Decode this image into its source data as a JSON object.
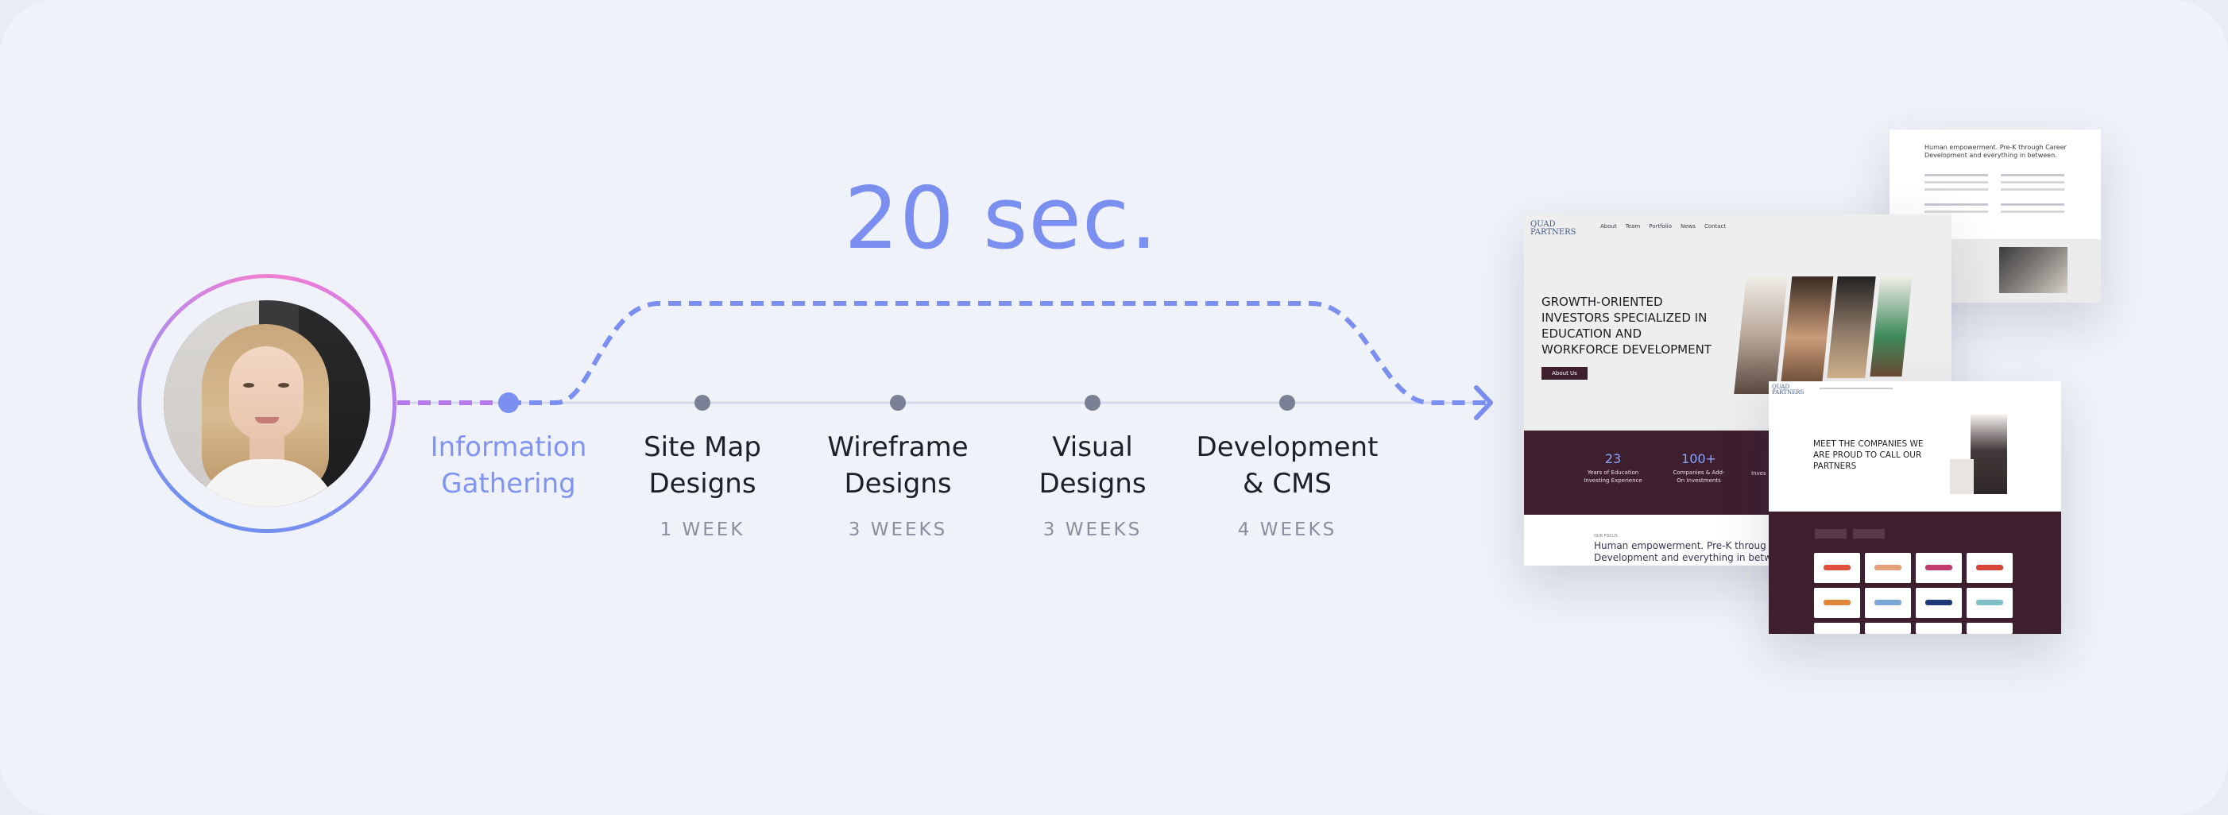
{
  "timer": {
    "label": "20 sec."
  },
  "avatar": {
    "description_icon": "person-portrait-icon"
  },
  "stages": [
    {
      "label_line1": "Information",
      "label_line2": "Gathering",
      "duration": "",
      "active": true
    },
    {
      "label_line1": "Site Map",
      "label_line2": "Designs",
      "duration": "1 WEEK",
      "active": false
    },
    {
      "label_line1": "Wireframe",
      "label_line2": "Designs",
      "duration": "3 WEEKS",
      "active": false
    },
    {
      "label_line1": "Visual",
      "label_line2": "Designs",
      "duration": "3 WEEKS",
      "active": false
    },
    {
      "label_line1": "Development",
      "label_line2": "& CMS",
      "duration": "4 WEEKS",
      "active": false
    }
  ],
  "colors": {
    "accent": "#7b8ff0",
    "dot": "#7a8194",
    "text": "#1d1f2b",
    "muted": "#8a8e9e",
    "maroon": "#3e1f2e"
  },
  "mockup_main": {
    "logo_line1": "QUAD",
    "logo_line2": "PARTNERS",
    "nav": [
      "About",
      "Team",
      "Portfolio",
      "News",
      "Contact"
    ],
    "hero_line1": "GROWTH-ORIENTED",
    "hero_line2": "INVESTORS SPECIALIZED IN",
    "hero_line3": "EDUCATION AND",
    "hero_line4": "WORKFORCE DEVELOPMENT",
    "cta": "About Us",
    "stat1_value": "23",
    "stat1_label1": "Years of Education",
    "stat1_label2": "Investing Experience",
    "stat2_value": "100+",
    "stat2_label1": "Companies & Add-",
    "stat2_label2": "On Investments",
    "stat3_label": "Inves",
    "section_tag": "OUR FOCUS",
    "mission_line1": "Human empowerment. Pre-K throug",
    "mission_line2": "Development and everything in betw"
  },
  "mockup_top": {
    "line1": "Human empowerment. Pre-K through Career",
    "line2": "Development and everything in between."
  },
  "mockup_portfolio": {
    "logo_line1": "QUAD",
    "logo_line2": "PARTNERS",
    "heading_line1": "MEET THE COMPANIES WE",
    "heading_line2": "ARE PROUD TO CALL OUR",
    "heading_line3": "PARTNERS"
  }
}
